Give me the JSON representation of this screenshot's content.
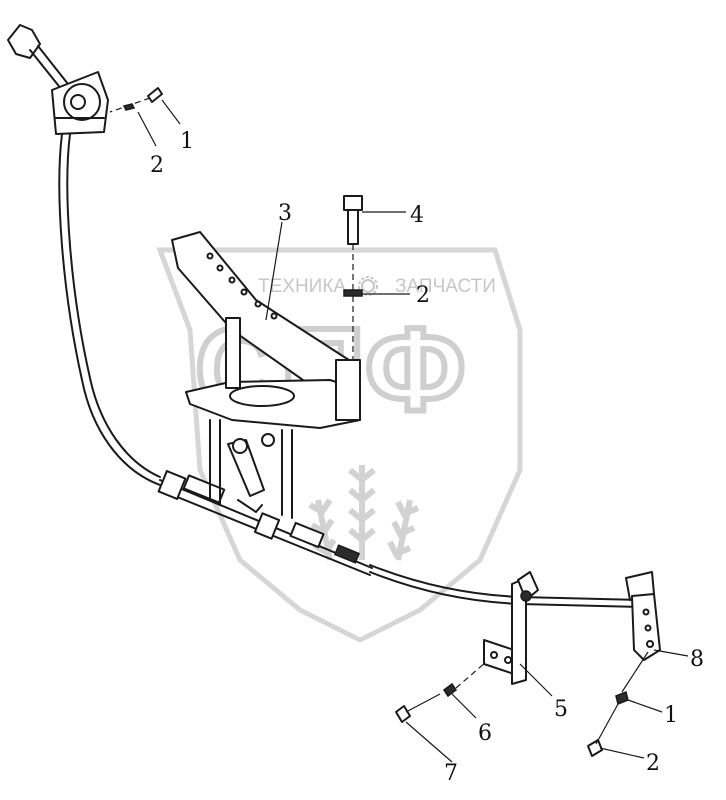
{
  "watermark": {
    "caption_left": "ТЕХНИКА",
    "caption_right": "ЗАПЧАСТИ",
    "logo_letters": "СПФ"
  },
  "callouts": [
    {
      "id": "c1-top",
      "label": "1"
    },
    {
      "id": "c2-top",
      "label": "2"
    },
    {
      "id": "c3",
      "label": "3"
    },
    {
      "id": "c4",
      "label": "4"
    },
    {
      "id": "c2-mid",
      "label": "2"
    },
    {
      "id": "c5",
      "label": "5"
    },
    {
      "id": "c6",
      "label": "6"
    },
    {
      "id": "c7",
      "label": "7"
    },
    {
      "id": "c8",
      "label": "8"
    },
    {
      "id": "c1-bot",
      "label": "1"
    },
    {
      "id": "c2-bot",
      "label": "2"
    }
  ]
}
